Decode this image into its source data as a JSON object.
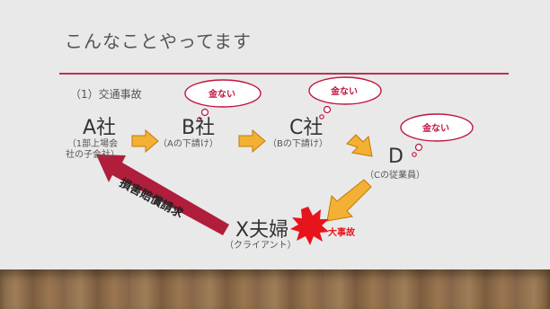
{
  "slide": {
    "title": "こんなことやってます",
    "section_label": "（1）交通事故"
  },
  "nodes": {
    "a": {
      "label": "A社",
      "note1": "（1部上場会",
      "note2": "社の子会社）"
    },
    "b": {
      "label": "B社",
      "note": "（Aの下請け）"
    },
    "c": {
      "label": "C社",
      "note": "（Bの下請け）"
    },
    "d": {
      "label": "D",
      "note": "（Cの従業員）"
    },
    "x": {
      "label": "X夫婦",
      "note": "（クライアント）"
    }
  },
  "thought_bubbles": [
    "金ない",
    "金ない",
    "金ない"
  ],
  "accident_label": "大事故",
  "claim_label": "損害賠償請求",
  "colors": {
    "accent_line": "#b7344f",
    "arrow_fill": "#f2b134",
    "claim_arrow": "#b01e3c",
    "burst": "#e8141c"
  }
}
